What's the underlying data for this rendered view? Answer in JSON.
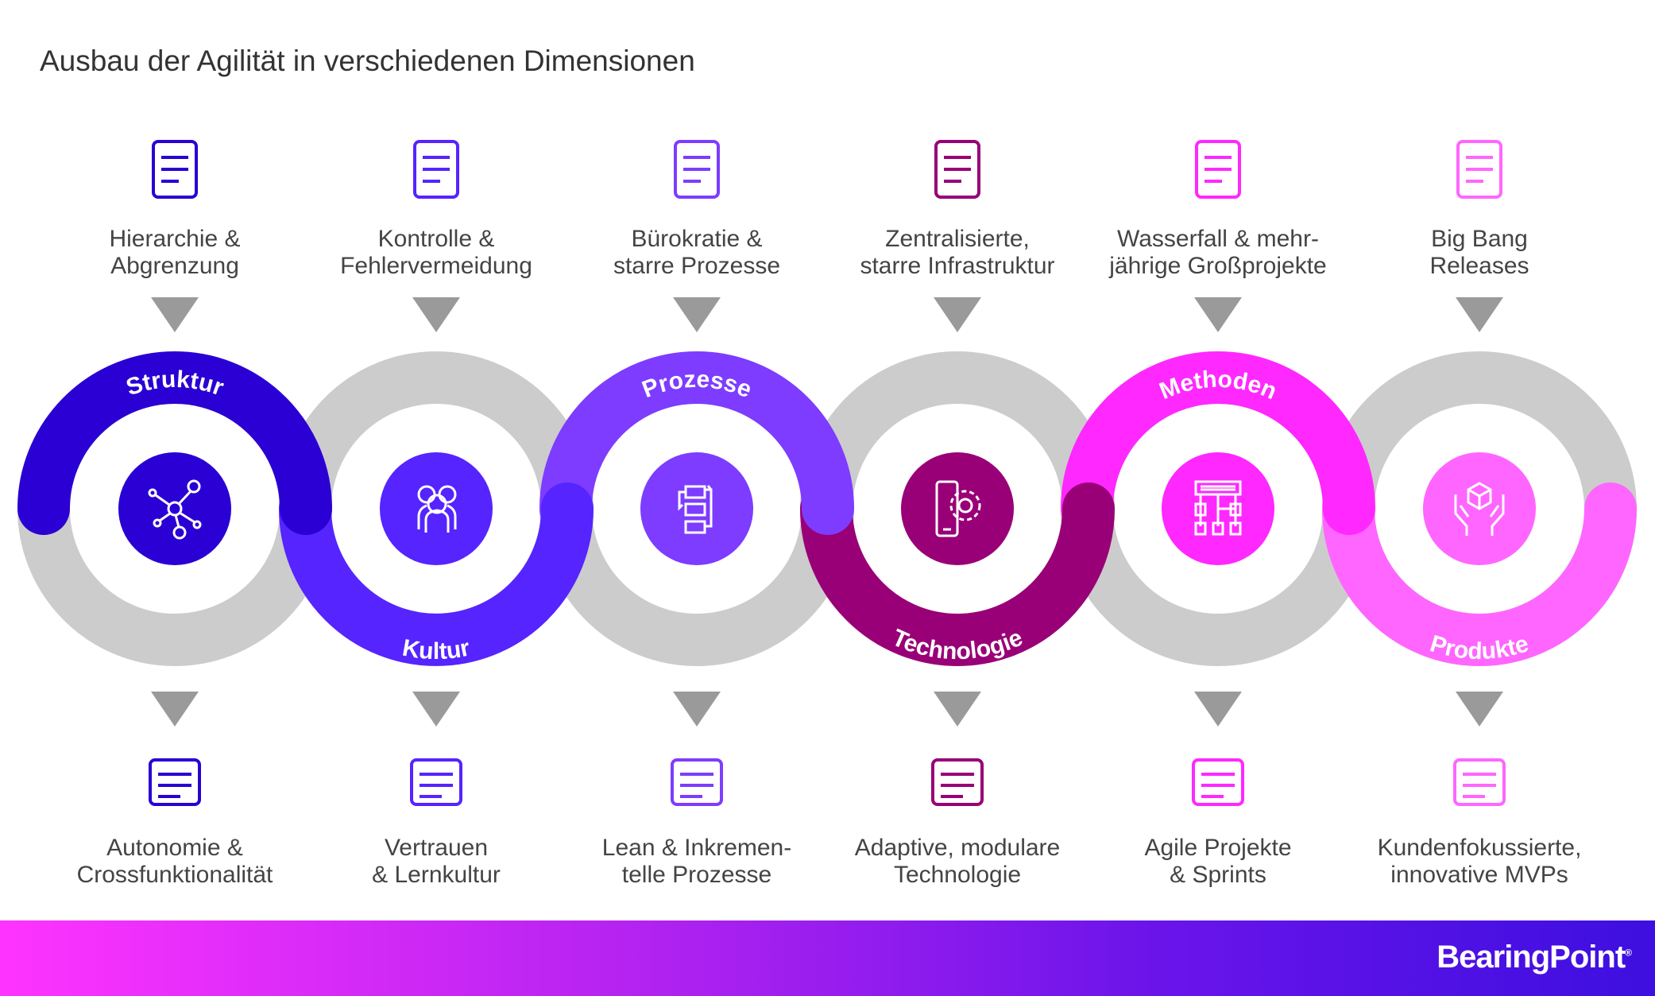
{
  "title": "Ausbau der Agilität in verschiedenen Dimensionen",
  "gray_color": "#cccccc",
  "dimensions": [
    {
      "name": "Struktur",
      "color": "#2a00d4",
      "arc": "top",
      "top_label": [
        "Hierarchie &",
        "Abgrenzung"
      ],
      "top_icon": "business-person-icon",
      "center_icon": "network-icon",
      "bottom_icon": "team-chat-icon",
      "bottom_label": [
        "Autonomie &",
        "Crossfunktionalität"
      ]
    },
    {
      "name": "Kultur",
      "color": "#5524ff",
      "arc": "bottom",
      "top_label": [
        "Kontrolle &",
        "Fehlervermeidung"
      ],
      "top_icon": "head-target-icon",
      "center_icon": "people-group-icon",
      "bottom_icon": "handshake-icon",
      "bottom_label": [
        "Vertrauen",
        "& Lernkultur"
      ]
    },
    {
      "name": "Prozesse",
      "color": "#7d3cff",
      "arc": "top",
      "top_label": [
        "Bürokratie &",
        "starre Prozesse"
      ],
      "top_icon": "binders-icon",
      "center_icon": "process-cycle-icon",
      "bottom_icon": "presentation-board-icon",
      "bottom_label": [
        "Lean & Inkremen-",
        "telle Prozesse"
      ]
    },
    {
      "name": "Technologie",
      "color": "#990077",
      "arc": "bottom",
      "top_label": [
        "Zentralisierte,",
        "starre Infrastruktur"
      ],
      "top_icon": "database-icon",
      "center_icon": "mobile-gear-icon",
      "bottom_icon": "server-icon",
      "bottom_label": [
        "Adaptive, modulare",
        "Technologie"
      ]
    },
    {
      "name": "Methoden",
      "color": "#ff28ff",
      "arc": "top",
      "top_label": [
        "Wasserfall & mehr-",
        "jährige Großprojekte"
      ],
      "top_icon": "hierarchy-icon",
      "center_icon": "flowchart-icon",
      "bottom_icon": "layers-icon",
      "bottom_label": [
        "Agile Projekte",
        "& Sprints"
      ]
    },
    {
      "name": "Produkte",
      "color": "#ff66ff",
      "arc": "bottom",
      "top_label": [
        "Big Bang",
        "Releases"
      ],
      "top_icon": "document-search-icon",
      "center_icon": "hands-cube-icon",
      "bottom_icon": "folder-icon",
      "bottom_label": [
        "Kundenfokussierte,",
        "innovative MVPs"
      ]
    }
  ],
  "footer": {
    "logo": "BearingPoint",
    "gradient": [
      "#ff33ff",
      "#3d0fe0"
    ]
  }
}
